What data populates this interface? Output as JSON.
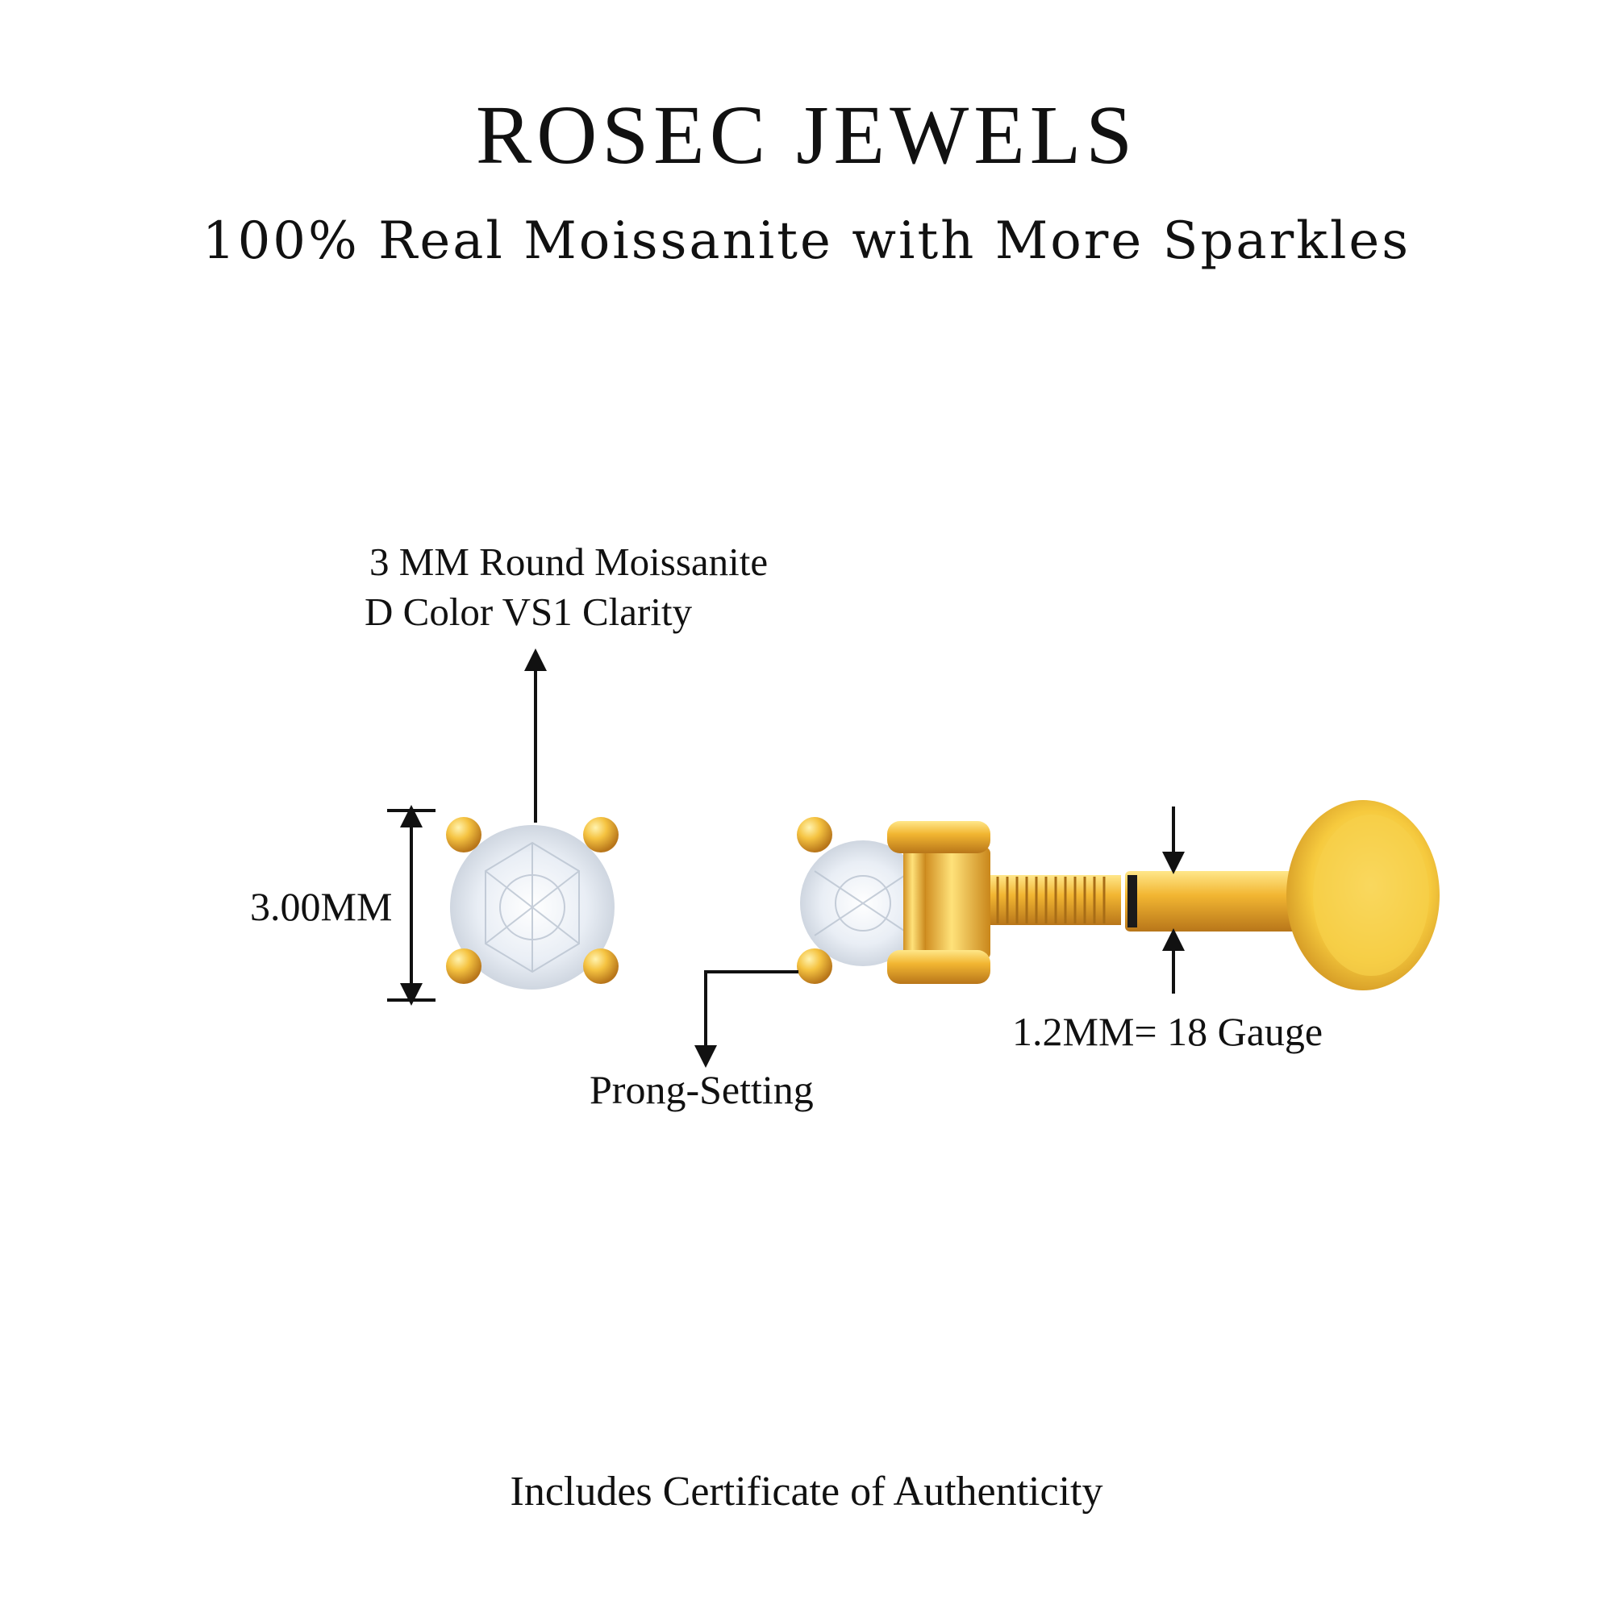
{
  "header": {
    "brand": "ROSEC JEWELS",
    "tagline": "100% Real Moissanite with More Sparkles"
  },
  "callouts": {
    "stone_line_1": "3 MM Round Moissanite",
    "stone_line_2": "D Color VS1 Clarity",
    "dimension": "3.00MM",
    "setting": "Prong-Setting",
    "gauge": "1.2MM= 18 Gauge"
  },
  "footer": {
    "certificate": "Includes Certificate of Authenticity"
  },
  "colors": {
    "text": "#111111",
    "gold_light": "#FFE27A",
    "gold": "#F2B632",
    "gold_dark": "#C9861A",
    "stone": "#EEF2F7"
  }
}
